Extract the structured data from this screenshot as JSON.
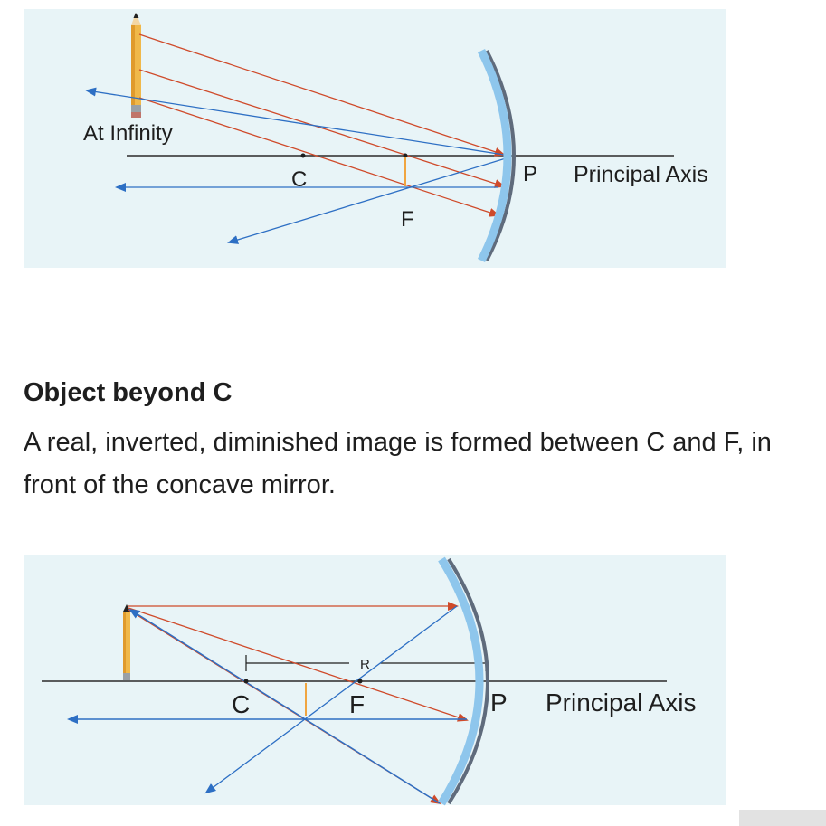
{
  "diagram_top": {
    "object_label": "At Infinity",
    "center_label": "C",
    "focus_label": "F",
    "pole_label": "P",
    "axis_label": "Principal Axis"
  },
  "section": {
    "heading": "Object beyond C",
    "description": "A real, inverted, diminished image is formed between C and F, in front of the concave mirror."
  },
  "diagram_bottom": {
    "center_label": "C",
    "focus_label": "F",
    "pole_label": "P",
    "radius_label": "R",
    "axis_label": "Principal Axis"
  },
  "colors": {
    "panel_bg": "#e8f4f7",
    "ray_red": "#cf4a2a",
    "ray_blue": "#2d6fc4",
    "mirror_light": "#8ec6ec",
    "mirror_dark": "#5f6b7c",
    "axis": "#2a2a2a",
    "image_orange": "#f0a540"
  }
}
